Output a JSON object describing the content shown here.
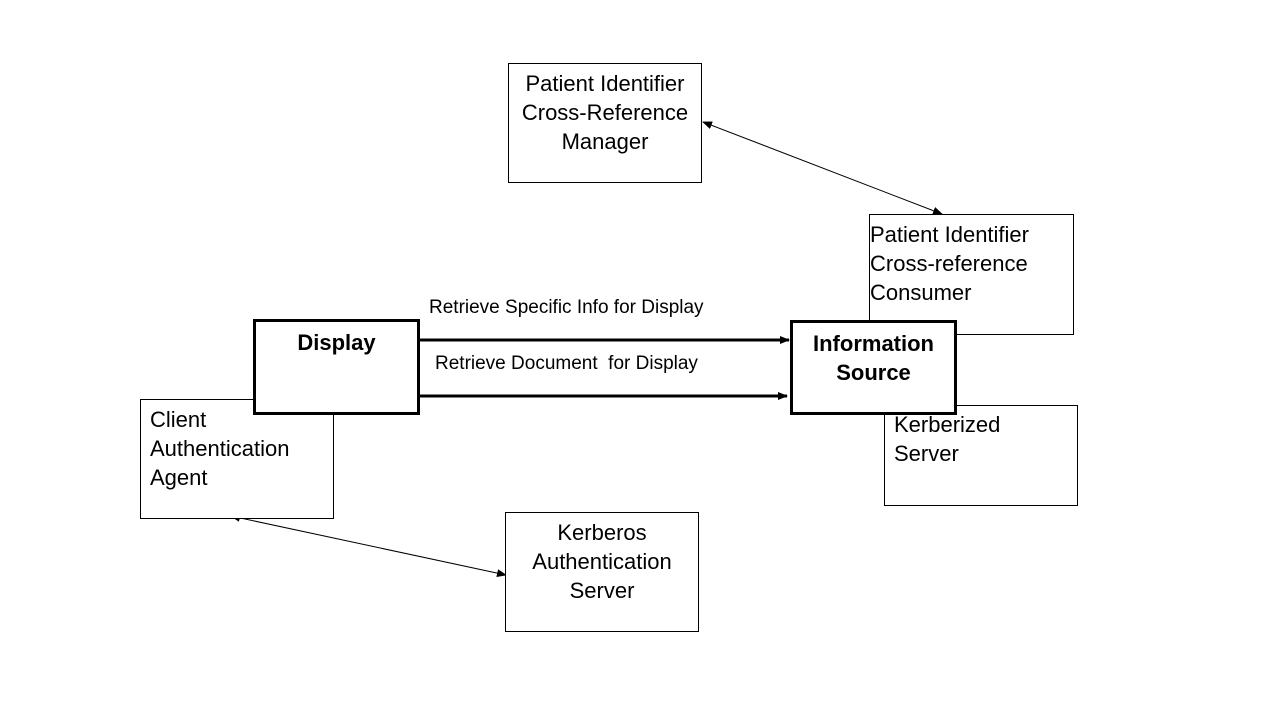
{
  "boxes": {
    "pix_manager": "Patient Identifier\nCross-Reference\nManager",
    "pix_consumer": "Patient Identifier\nCross-reference\nConsumer",
    "display": "Display",
    "information_source": "Information\nSource",
    "client_auth_agent": "Client\nAuthentication\nAgent",
    "kerberized_server": "Kerberized\nServer",
    "kerberos_auth_server": "Kerberos\nAuthentication\nServer"
  },
  "transactions": {
    "retrieve_specific_info": "Retrieve Specific Info for Display",
    "retrieve_document": "Retrieve Document  for Display"
  }
}
